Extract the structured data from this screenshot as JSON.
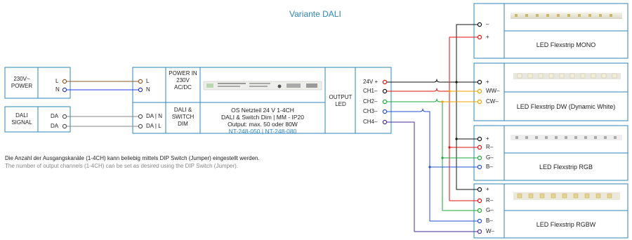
{
  "title": "Variante DALI",
  "power_input": {
    "label": "230V~ POWER",
    "terminals": [
      "L",
      "N"
    ]
  },
  "dali_signal": {
    "label": "DALI SIGNAL",
    "terminals": [
      "DA",
      "DA"
    ]
  },
  "driver": {
    "in_terminals": [
      "L",
      "N"
    ],
    "dali_terminals": [
      "DA | N",
      "DA | L"
    ],
    "power_in_label": "POWER IN 230V AC/DC",
    "dali_switch_label": "DALI & SWITCH DIM",
    "name": "OS Netzteil 24 V 1-4CH",
    "line2": "DALI & Switch Dim | MM - IP20",
    "line3": "Output: max. 50 oder 80W",
    "models": "NT-248-050 | NT-248-080",
    "output_label": "OUTPUT LED",
    "outputs": [
      "24V +",
      "CH1–",
      "CH2–",
      "CH3–",
      "CH4–"
    ]
  },
  "note_de": "Die Anzahl der Ausgangskanäle (1-4CH) kann beliebig mittels DIP Switch (Jumper) eingestellt werden.",
  "note_en": "The number of output channels (1-4CH) can be set as desired using the DIP Switch (Jumper).",
  "strips": [
    {
      "name": "LED Flexstrip MONO",
      "terminals": [
        "–",
        "+"
      ]
    },
    {
      "name": "LED Flexstrip DW (Dynamic White)",
      "terminals": [
        "+",
        "WW–",
        "CW–"
      ]
    },
    {
      "name": "LED Flexstrip RGB",
      "terminals": [
        "+",
        "R–",
        "G–",
        "B–"
      ]
    },
    {
      "name": "LED Flexstrip RGBW",
      "terminals": [
        "+",
        "R–",
        "G–",
        "B–",
        "W–"
      ]
    }
  ],
  "colors": {
    "wire_brown": "#8a5a2b",
    "wire_blue": "#1f3fd6",
    "wire_black": "#111111",
    "wire_red": "#e01010",
    "wire_orange": "#f0a000",
    "wire_green": "#19a83a",
    "wire_blue2": "#2050d0",
    "wire_purple": "#4a2d9a",
    "box_border": "#2f86b8",
    "accent": "#2f86b8"
  }
}
